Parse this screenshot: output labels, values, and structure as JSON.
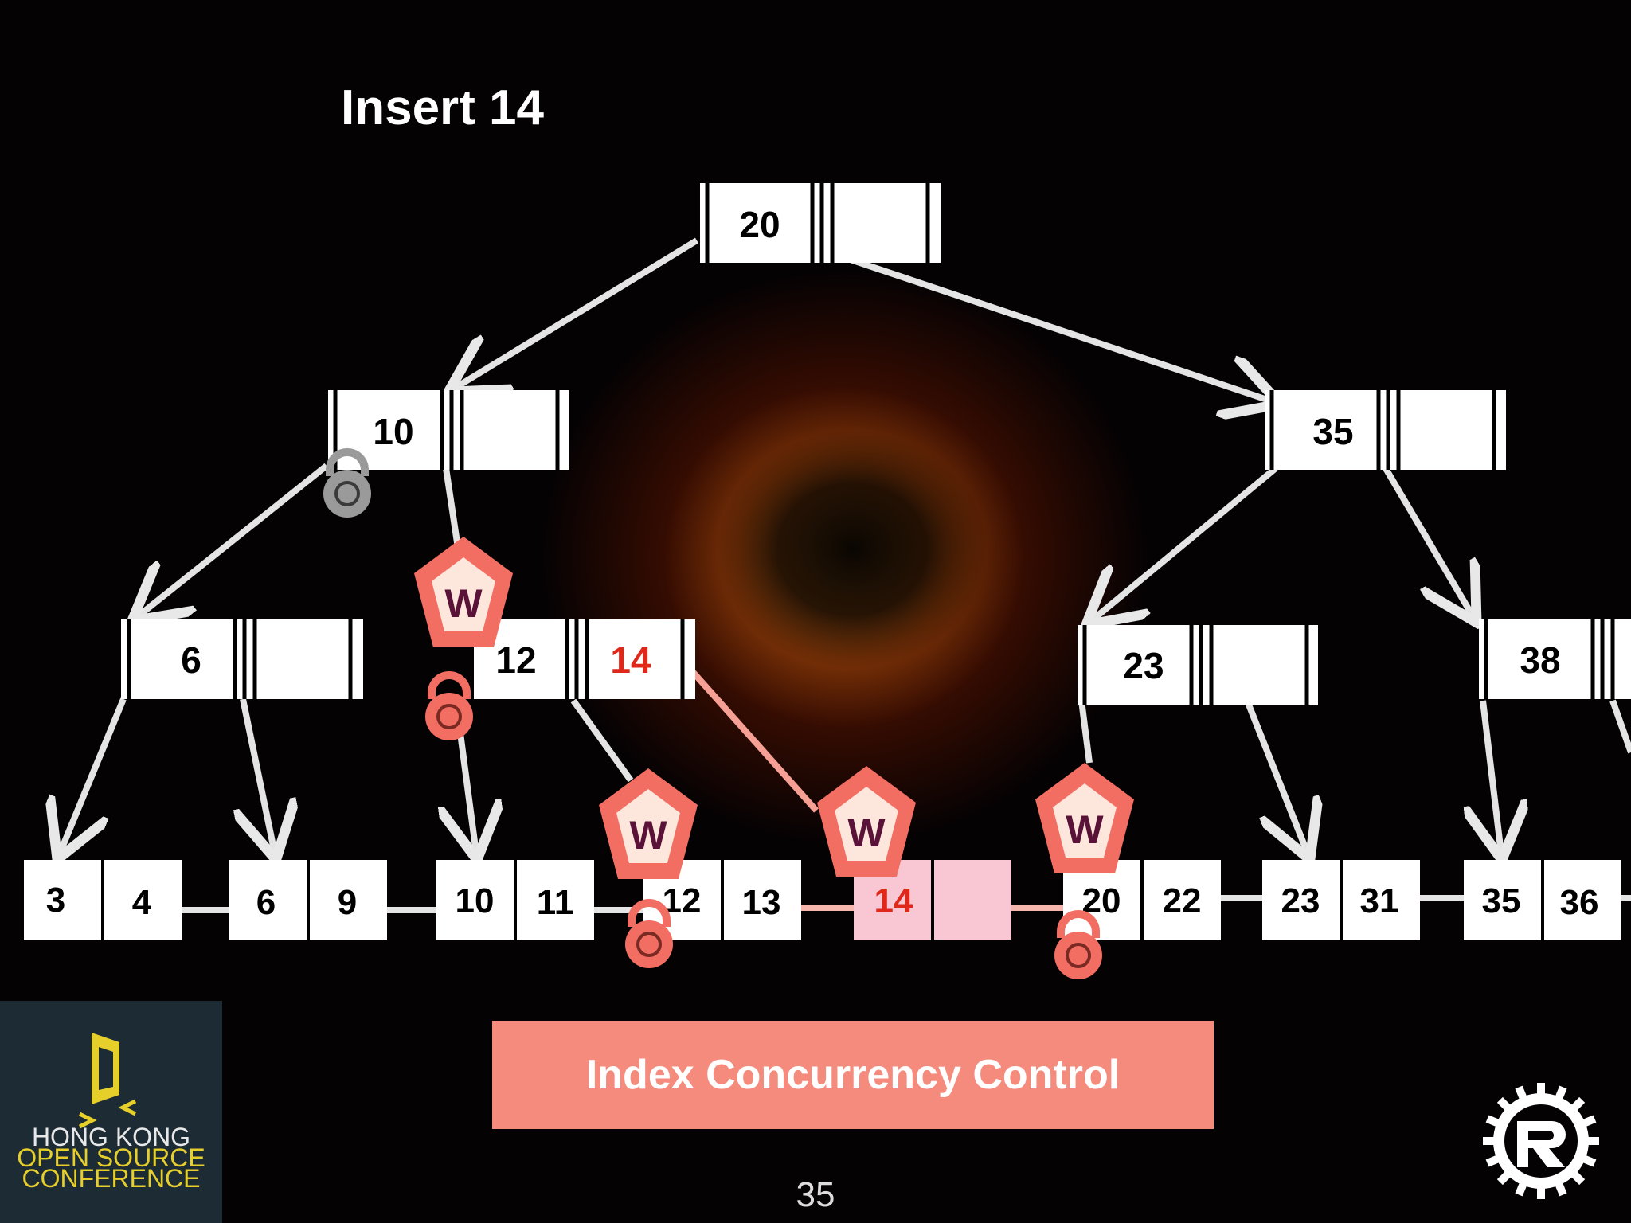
{
  "slide": {
    "title": "Insert 14",
    "banner": "Index Concurrency Control",
    "page_number": "35"
  },
  "tree": {
    "root": {
      "keys": [
        "20",
        ""
      ]
    },
    "level1": [
      {
        "keys": [
          "10",
          ""
        ]
      },
      {
        "keys": [
          "35",
          ""
        ]
      }
    ],
    "level2": [
      {
        "keys": [
          "6",
          ""
        ]
      },
      {
        "keys": [
          "12",
          "14"
        ],
        "highlight_key": "14"
      },
      {
        "keys": [
          "23",
          ""
        ]
      },
      {
        "keys": [
          "38"
        ]
      }
    ],
    "leaves": [
      [
        "3",
        "4"
      ],
      [
        "6",
        "9"
      ],
      [
        "10",
        "11"
      ],
      [
        "12",
        "13"
      ],
      [
        "14",
        ""
      ],
      [
        "20",
        "22"
      ],
      [
        "23",
        "31"
      ],
      [
        "35",
        "36"
      ]
    ],
    "write_latch_label": "W",
    "colors": {
      "highlight_text": "#e0281a",
      "latch": "#f26e62",
      "latch_inner": "#fde6dc",
      "latch_text": "#5a1238",
      "new_leaf_fill": "#f8c7d3",
      "lock_released": "#9a9a9a",
      "banner": "#f58b7d"
    }
  },
  "logo": {
    "line1": "HONG KONG",
    "line2": "OPEN SOURCE",
    "line3": "CONFERENCE"
  }
}
